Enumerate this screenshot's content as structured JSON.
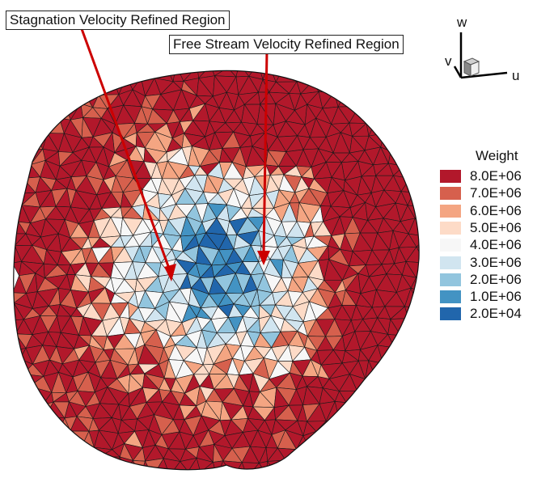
{
  "annotations": {
    "stagnation": "Stagnation Velocity Refined Region",
    "free_stream": "Free Stream Velocity Refined Region"
  },
  "axes_triad": {
    "w": "w",
    "v": "v",
    "u": "u"
  },
  "legend": {
    "title": "Weight",
    "entries": [
      {
        "label": "8.0E+06",
        "color": "#b2182b"
      },
      {
        "label": "7.0E+06",
        "color": "#d6604d"
      },
      {
        "label": "6.0E+06",
        "color": "#f4a582"
      },
      {
        "label": "5.0E+06",
        "color": "#fddbc7"
      },
      {
        "label": "4.0E+06",
        "color": "#f7f7f7"
      },
      {
        "label": "3.0E+06",
        "color": "#d1e5f0"
      },
      {
        "label": "2.0E+06",
        "color": "#92c5de"
      },
      {
        "label": "1.0E+06",
        "color": "#4393c3"
      },
      {
        "label": "2.0E+04",
        "color": "#2166ac"
      }
    ]
  },
  "colors": {
    "arrow": "#cc0000",
    "mesh_edge": "#1a1a1a",
    "triad_box": "#555555"
  }
}
